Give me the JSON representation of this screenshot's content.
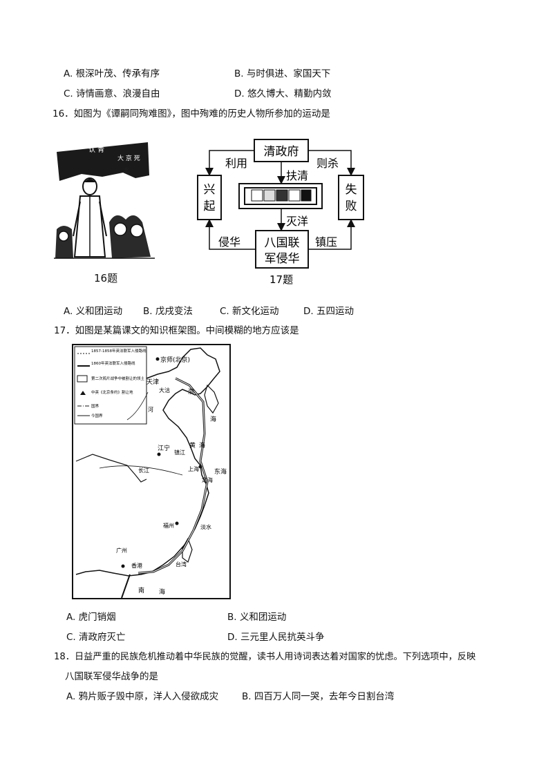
{
  "q15": {
    "a": "A. 根深叶茂、传承有序",
    "b": "B. 与时俱进、家国天下",
    "c": "C. 诗情画意、浪漫自由",
    "d": "D. 悠久博大、精勤内敛"
  },
  "q16": {
    "stem": "16．如图为《谭嗣同殉难图》，图中殉难的历史人物所参加的运动是",
    "fig16_caption": "16题",
    "fig17_caption": "17题",
    "diagram": {
      "top": "清政府",
      "left": "兴起",
      "right": "失败",
      "bottom": "八国联军侵华",
      "label_use": "利用",
      "label_kill": "则杀",
      "label_fu": "扶清",
      "label_mie": "灭洋",
      "label_invade": "侵华",
      "label_suppress": "镇压"
    },
    "a": "A. 义和团运动",
    "b": "B. 戊戌变法",
    "c": "C. 新文化运动",
    "d": "D. 五四运动"
  },
  "q17": {
    "stem": "17．如图是某篇课文的知识框架图。中间模糊的地方应该是",
    "map": {
      "legend": [
        "1857-1858年英法联军入侵路线",
        "1860年英法联军入侵路线",
        "第二次鸦片战争中被割让的领土",
        "中英《北京条约》割让地",
        "国界",
        "今国界"
      ],
      "places": [
        "京师(北京)",
        "天津",
        "大沽",
        "渤",
        "海",
        "黄",
        "海",
        "江宁",
        "镇江",
        "上海",
        "定海",
        "东海",
        "福州",
        "淡水",
        "广州",
        "香港",
        "台湾",
        "南",
        "海",
        "长江",
        "河"
      ]
    },
    "a": "A. 虎门销烟",
    "b": "B. 义和团运动",
    "c": "C. 清政府灭亡",
    "d": "D. 三元里人民抗英斗争"
  },
  "q18": {
    "stem_1": "18．日益严重的民族危机推动着中华民族的觉醒，读书人用诗词表达着对国家的忧虑。下列选项中，反映",
    "stem_2": "八国联军侵华战争的是",
    "a": "A. 鸦片贩子毁中原，洋人入侵欲成灾",
    "b": "B. 四百万人同一哭，去年今日割台湾"
  }
}
